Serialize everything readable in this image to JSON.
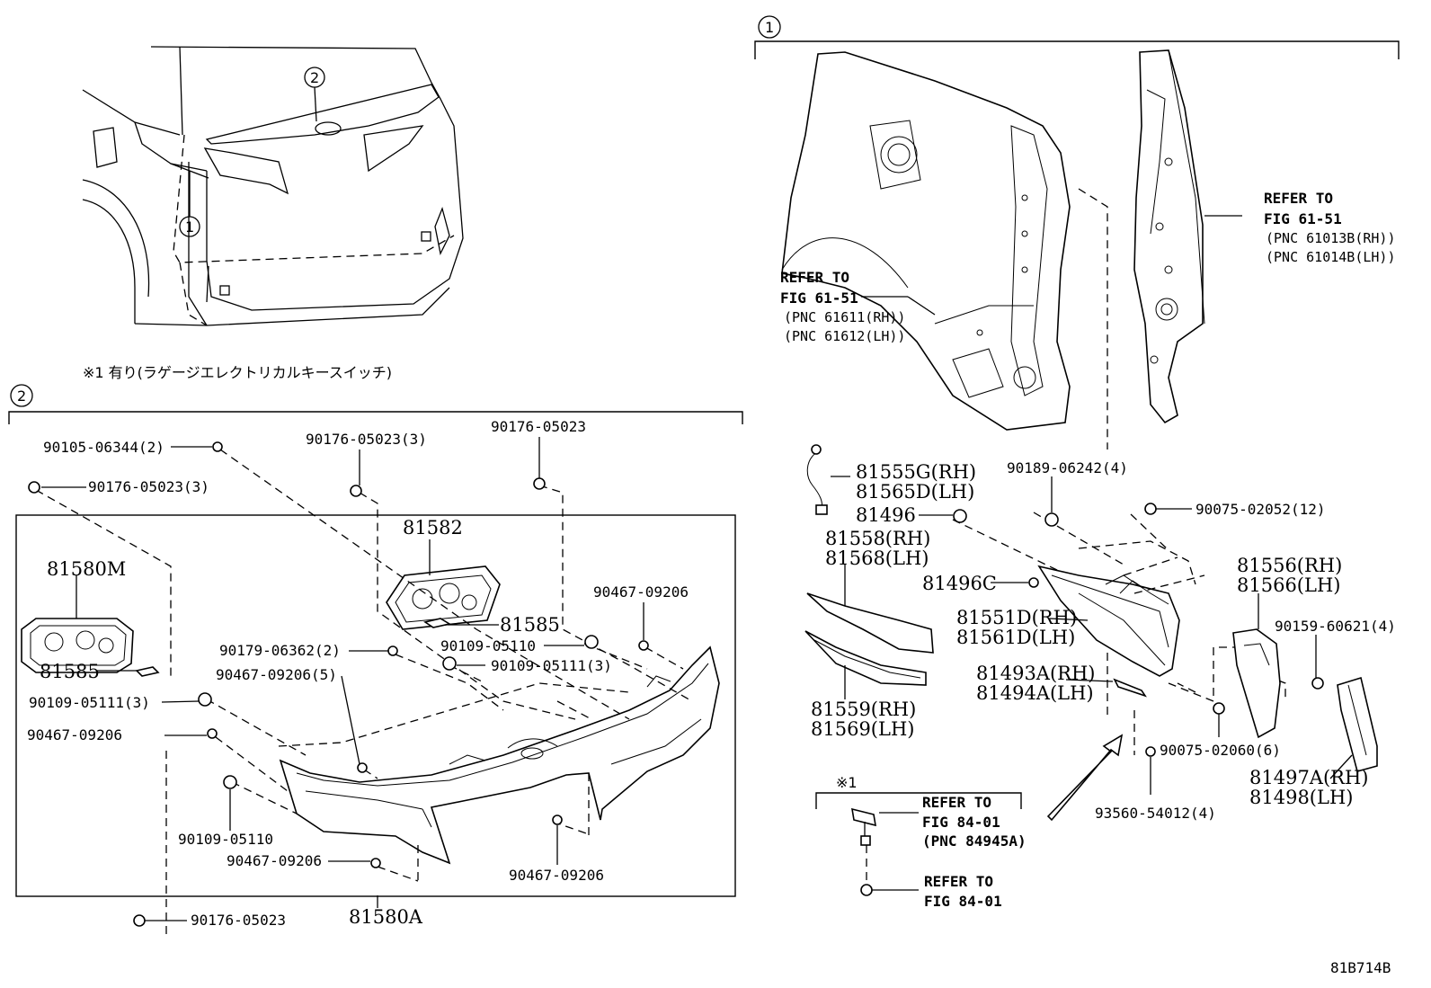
{
  "section_markers": {
    "one": "1",
    "two": "2"
  },
  "note_text": "※1 有り(ラゲージエレクトリカルキースイッチ)",
  "diagram_id": "81B714B",
  "refer_quarter_panel": {
    "line1": "REFER TO",
    "line2": "FIG 61-51",
    "line3": "(PNC 61611(RH))",
    "line4": "(PNC 61612(LH))"
  },
  "refer_inner_panel": {
    "line1": "REFER TO",
    "line2": "FIG 61-51",
    "line3": "(PNC 61013B(RH))",
    "line4": "(PNC 61014B(LH))"
  },
  "refer_switch": {
    "marker": "※1",
    "line1": "REFER TO",
    "line2": "FIG 84-01",
    "line3": "(PNC 84945A)"
  },
  "refer_bolt": {
    "line1": "REFER TO",
    "line2": "FIG 84-01"
  },
  "labels_left": {
    "p90105_06344": "90105-06344(2)",
    "p90176_05023_3a": "90176-05023(3)",
    "p90176_05023_top": "90176-05023",
    "p90176_05023_3b": "90176-05023(3)",
    "p81582": "81582",
    "p81580M": "81580M",
    "p81585a": "81585",
    "p81585b": "81585",
    "p90467_09206_a": "90467-09206",
    "p90179_06362": "90179-06362(2)",
    "p90109_05110_a": "90109-05110",
    "p90109_05111_a": "90109-05111(3)",
    "p90467_09206_5": "90467-09206(5)",
    "p90109_05111_b": "90109-05111(3)",
    "p90467_09206_b": "90467-09206",
    "p90109_05110_b": "90109-05110",
    "p90467_09206_c": "90467-09206",
    "p90467_09206_d": "90467-09206",
    "p90176_05023_bottom": "90176-05023",
    "p81580A": "81580A"
  },
  "labels_right": {
    "p81555G": "81555G(RH)",
    "p81565D": "81565D(LH)",
    "p90189_06242": "90189-06242(4)",
    "p81496": "81496",
    "p90075_02052": "90075-02052(12)",
    "p81558": "81558(RH)",
    "p81568": "81568(LH)",
    "p81556": "81556(RH)",
    "p81566": "81566(LH)",
    "p81496C": "81496C",
    "p81551D": "81551D(RH)",
    "p81561D": "81561D(LH)",
    "p90159_60621": "90159-60621(4)",
    "p81493A": "81493A(RH)",
    "p81494A": "81494A(LH)",
    "p81559": "81559(RH)",
    "p81569": "81569(LH)",
    "p90075_02060": "90075-02060(6)",
    "p81497A": "81497A(RH)",
    "p81498": "81498(LH)",
    "p93560_54012": "93560-54012(4)"
  }
}
